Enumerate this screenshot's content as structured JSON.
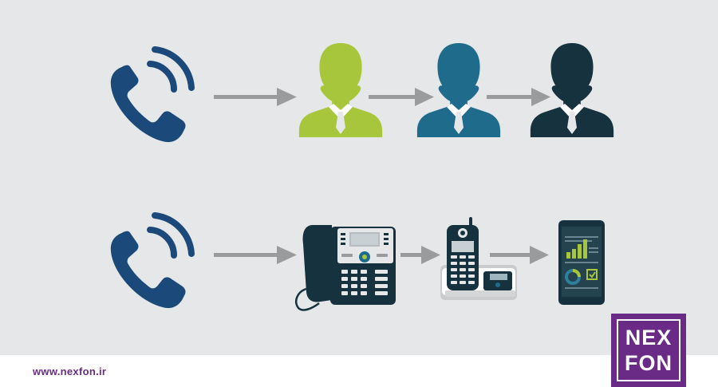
{
  "footer": {
    "url": "www.nexfon.ir"
  },
  "logo": {
    "line1": "NEX",
    "line2": "FON"
  },
  "colors": {
    "background": "#e6e7e8",
    "phone_blue": "#1b4a7a",
    "arrow_gray": "#9a9b9d",
    "person_1": "#a8c63c",
    "person_2": "#1e6b8c",
    "person_3": "#17323f",
    "brand_purple": "#6a2b86"
  },
  "flows": [
    {
      "name": "call-to-agents",
      "steps": [
        "phone-ringing-icon",
        "agent-person-icon",
        "agent-person-icon",
        "agent-person-icon"
      ]
    },
    {
      "name": "call-to-devices",
      "steps": [
        "phone-ringing-icon",
        "desk-ip-phone-icon",
        "cordless-phone-icon",
        "smartphone-icon"
      ]
    }
  ]
}
